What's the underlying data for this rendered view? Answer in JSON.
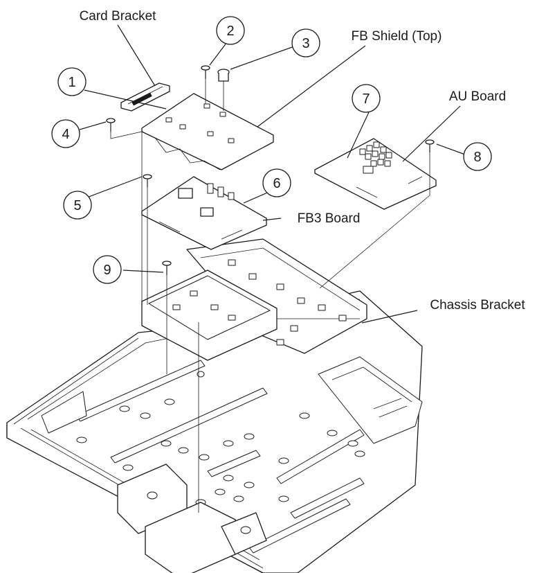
{
  "labels": {
    "card_bracket": "Card Bracket",
    "fb_shield_top": "FB Shield (Top)",
    "au_board": "AU Board",
    "fb3_board": "FB3 Board",
    "chassis_bracket": "Chassis Bracket"
  },
  "callouts": [
    "1",
    "2",
    "3",
    "4",
    "5",
    "6",
    "7",
    "8",
    "9"
  ]
}
